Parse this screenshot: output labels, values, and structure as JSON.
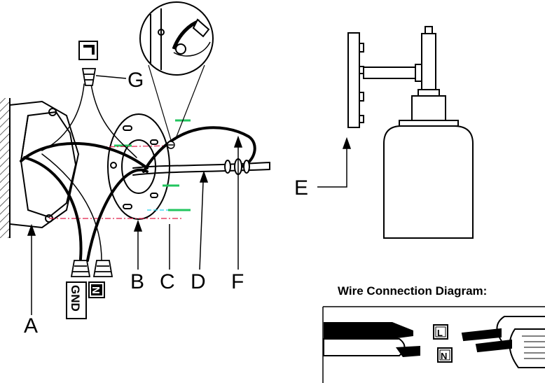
{
  "callouts": {
    "a": "A",
    "b": "B",
    "c": "C",
    "d": "D",
    "e": "E",
    "f": "F",
    "g": "G"
  },
  "wire_tags": {
    "ground": "GND",
    "neutral_left": "N",
    "line_top": "L",
    "line_diagram": "L",
    "neutral_diagram": "N"
  },
  "wire_diagram": {
    "title": "Wire Connection Diagram:"
  },
  "colors": {
    "line": "#000000",
    "green_mark": "#22c55e",
    "red_dash": "#e11d48",
    "cyan_dash": "#22d3ee",
    "wall_hatch": "#333333"
  }
}
